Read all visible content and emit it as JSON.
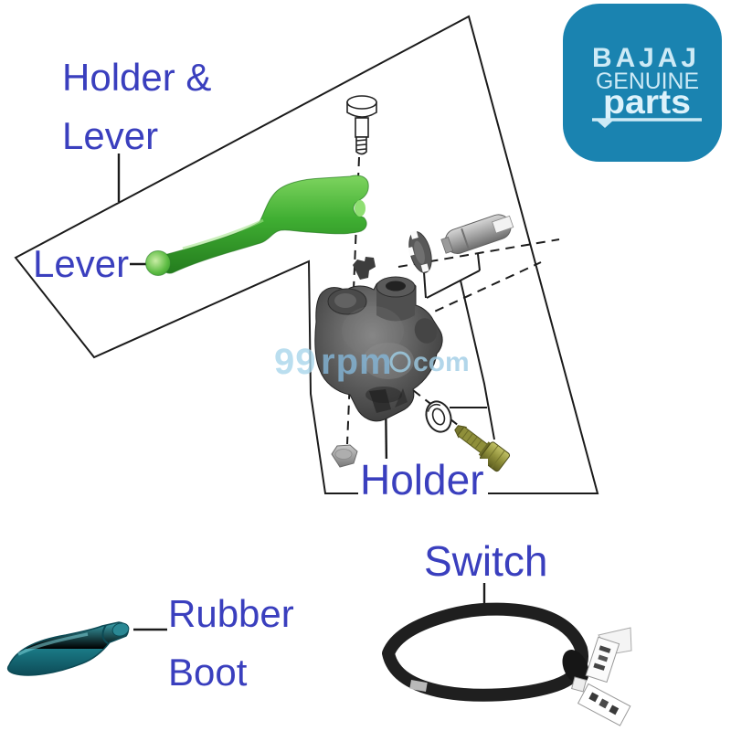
{
  "labels": {
    "holder_lever_line1": "Holder &",
    "holder_lever_line2": "Lever",
    "lever": "Lever",
    "holder": "Holder",
    "switch": "Switch",
    "rubber_boot_line1": "Rubber",
    "rubber_boot_line2": "Boot"
  },
  "watermark": {
    "num": "99",
    "mid": "rpm",
    "tld": "com"
  },
  "logo": {
    "brand": "BAJAJ",
    "genuine": "GENUINE",
    "parts": "parts"
  },
  "parts_depicted": [
    "pivot-bolt",
    "lever",
    "holder",
    "adjuster-disc",
    "pivot-pin",
    "spring-washer",
    "clamp-bolt",
    "nut",
    "rubber-boot",
    "switch-cable"
  ],
  "colors": {
    "label_blue": "#3a3fbe",
    "logo_background": "#1a83b0",
    "logo_text": "#cdeaf6",
    "lever_green": "#3fae32",
    "boot_teal": "#19707d",
    "clamp_bolt_olive": "#8f8f3a",
    "watermark_blue": "#9ccde6",
    "line_black": "#1b1b1b"
  }
}
